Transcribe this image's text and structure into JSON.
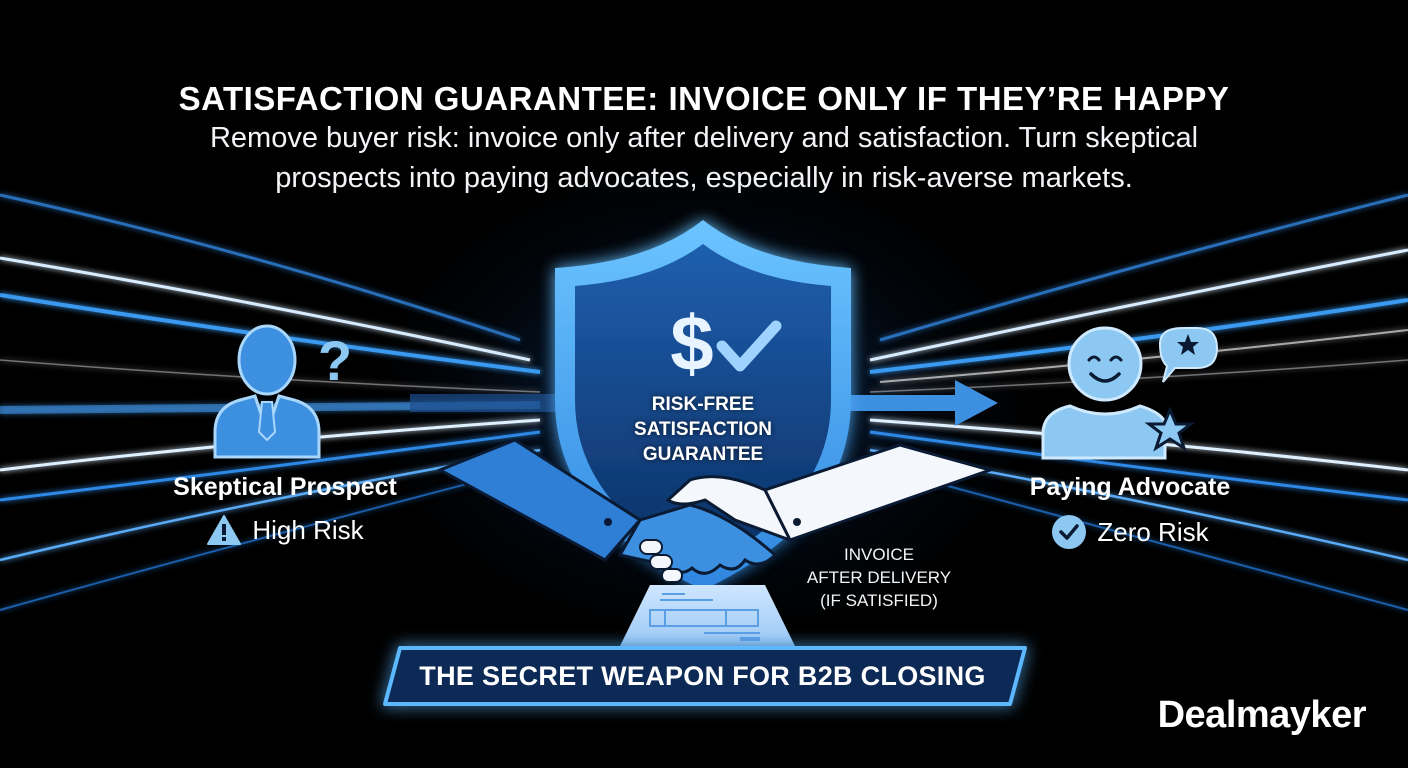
{
  "header": {
    "title": "SATISFACTION GUARANTEE: INVOICE ONLY IF THEY’RE HAPPY",
    "subtitle_line1": "Remove buyer risk: invoice only after delivery and satisfaction. Turn skeptical",
    "subtitle_line2": "prospects into paying advocates, especially in risk-averse markets."
  },
  "left_persona": {
    "icon": "user-question-icon",
    "label": "Skeptical Prospect",
    "status_icon": "warning-triangle-icon",
    "status": "High Risk"
  },
  "center": {
    "shield_icon": "shield-dollar-check-icon",
    "shield_line1": "RISK-FREE",
    "shield_line2": "SATISFACTION",
    "shield_line3": "GUARANTEE",
    "handshake_icon": "handshake-icon",
    "invoice_line1": "INVOICE",
    "invoice_line2": "AFTER DELIVERY",
    "invoice_line3": "(IF SATISFIED)",
    "arrow_icon": "arrow-right-icon"
  },
  "right_persona": {
    "icon": "happy-user-star-icon",
    "label": "Paying Advocate",
    "status_icon": "check-circle-icon",
    "status": "Zero Risk"
  },
  "banner": {
    "text": "THE SECRET WEAPON FOR B2B CLOSING"
  },
  "brand": {
    "name": "Dealmayker"
  },
  "colors": {
    "background": "#000000",
    "accent_blue": "#3d8fe0",
    "light_blue": "#8cc8f2",
    "glow_blue": "#4fb0ff",
    "deep_blue": "#0d3a78"
  }
}
